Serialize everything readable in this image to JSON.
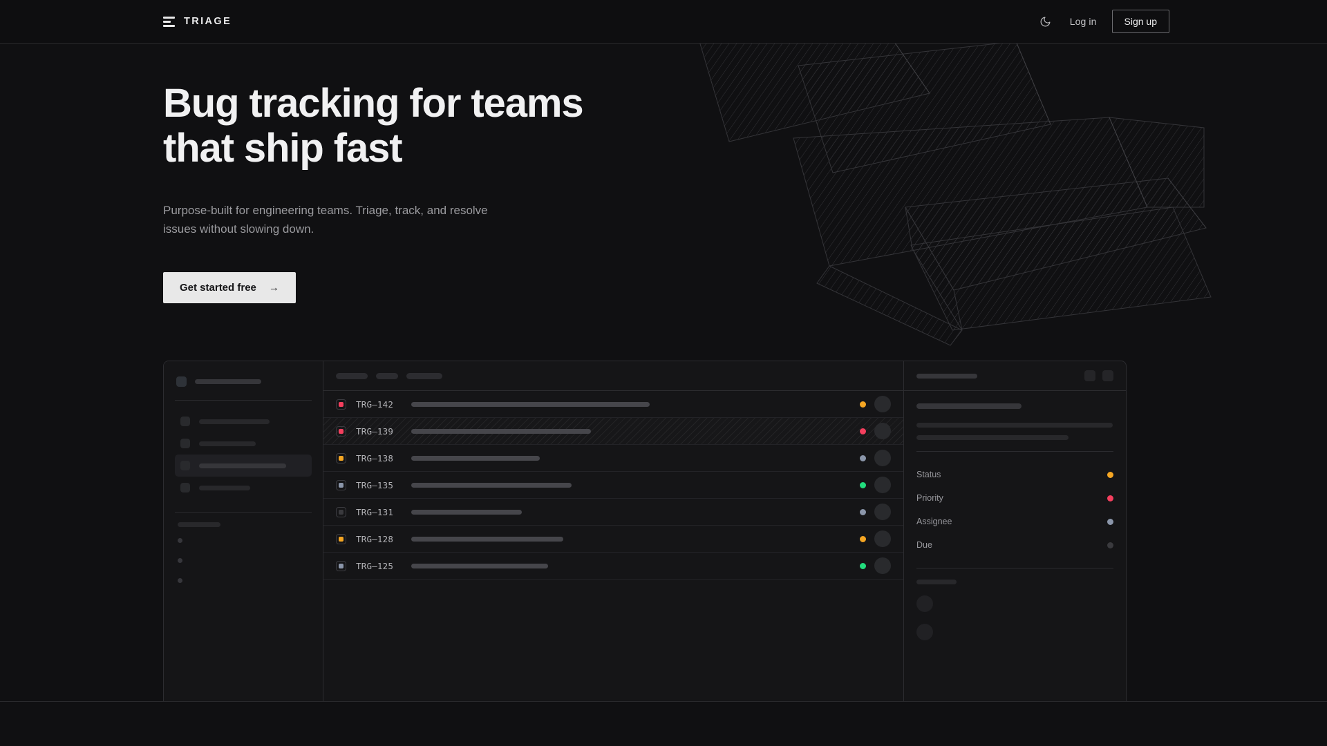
{
  "brand": {
    "name": "TRIAGE",
    "mark_icon": "stacked-bars-logo-icon"
  },
  "navbar": {
    "theme_toggle_icon": "moon-icon",
    "login_label": "Log in",
    "signup_label": "Sign up"
  },
  "hero": {
    "headline_line1": "Bug tracking for teams",
    "headline_line2": "that ship fast",
    "subtitle": "Purpose-built for engineering teams. Triage, track, and resolve issues without slowing down.",
    "cta_label": "Get started free",
    "cta_arrow": "→"
  },
  "colors": {
    "background": "#101012",
    "surface": "#151517",
    "border": "#2c2c30",
    "text_primary": "#f1f1f2",
    "text_muted": "#9b9b9f",
    "cta_bg": "#e8e8e8",
    "status_orange": "#f5a623",
    "status_pink": "#f43f5e",
    "status_green": "#22dd7e",
    "status_slate": "#8b96aa",
    "status_grey": "#3a3a3e"
  },
  "mockup": {
    "sidebar": {
      "workspace": {
        "icon": "workspace-square-icon",
        "label_width": 96
      },
      "nav_items": [
        {
          "icon": "nav-square-icon",
          "label_width": 102,
          "active": false
        },
        {
          "icon": "nav-square-icon",
          "label_width": 82,
          "active": false
        },
        {
          "icon": "nav-square-icon",
          "label_width": 126,
          "active": true
        },
        {
          "icon": "nav-square-icon",
          "label_width": 74,
          "active": false
        }
      ],
      "section_label_width": 62,
      "sub_dots": 3
    },
    "toolbar": {
      "chips": [
        46,
        32,
        52
      ]
    },
    "table": {
      "rows": [
        {
          "id": "TRG–142",
          "priority_color": "#f43f5e",
          "title_width": 345,
          "status_color": "#f5a623",
          "hatched": false
        },
        {
          "id": "TRG–139",
          "priority_color": "#f43f5e",
          "title_width": 260,
          "status_color": "#f43f5e",
          "hatched": true
        },
        {
          "id": "TRG–138",
          "priority_color": "#f5a623",
          "title_width": 186,
          "status_color": "#8b96aa",
          "hatched": false
        },
        {
          "id": "TRG–135",
          "priority_color": "#8b96aa",
          "title_width": 232,
          "status_color": "#22dd7e",
          "hatched": false
        },
        {
          "id": "TRG–131",
          "priority_color": "#3a3a3e",
          "title_width": 160,
          "status_color": "#8b96aa",
          "hatched": false
        },
        {
          "id": "TRG–128",
          "priority_color": "#f5a623",
          "title_width": 220,
          "status_color": "#f5a623",
          "hatched": false
        },
        {
          "id": "TRG–125",
          "priority_color": "#8b96aa",
          "title_width": 198,
          "status_color": "#22dd7e",
          "hatched": false
        }
      ]
    },
    "detail": {
      "header_skeleton_width": 88,
      "header_buttons": [
        "detail-action-button",
        "detail-close-button"
      ],
      "title_skeleton_width": 152,
      "body_skeleton_widths": [
        284,
        220
      ],
      "meta": [
        {
          "label": "Status",
          "color": "#f5a623"
        },
        {
          "label": "Priority",
          "color": "#f43f5e"
        },
        {
          "label": "Assignee",
          "color": "#8b96aa"
        },
        {
          "label": "Due",
          "color": "#3a3a3e"
        }
      ],
      "comments_label_width": 58,
      "comment_avatars": 2
    }
  }
}
